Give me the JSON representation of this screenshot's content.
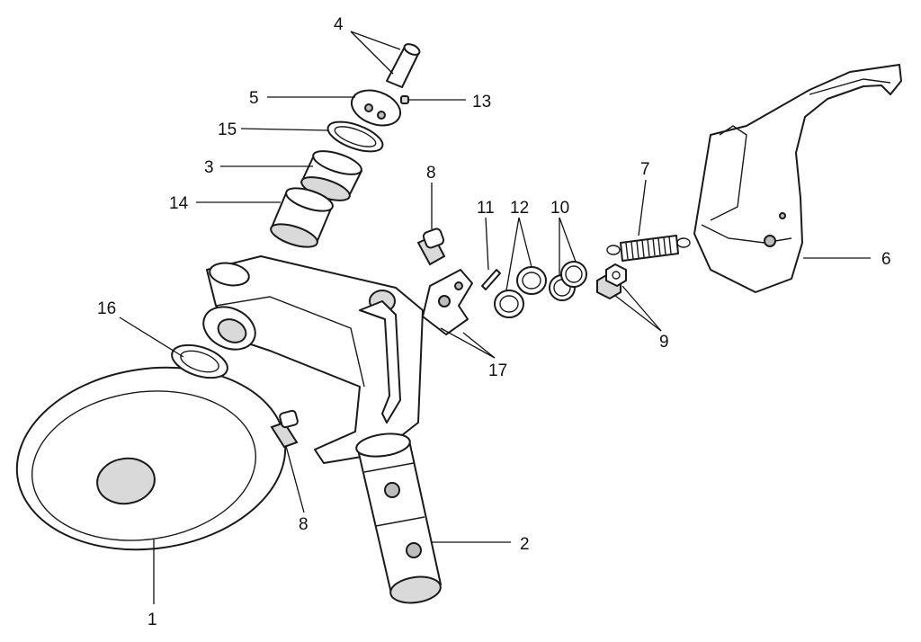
{
  "callouts": {
    "c1": "1",
    "c2": "2",
    "c3": "3",
    "c4": "4",
    "c5": "5",
    "c6": "6",
    "c7": "7",
    "c8a": "8",
    "c8b": "8",
    "c9": "9",
    "c10": "10",
    "c11": "11",
    "c12": "12",
    "c13": "13",
    "c14": "14",
    "c15": "15",
    "c16": "16",
    "c17": "17"
  },
  "colors": {
    "line": "#1a1a1a",
    "shade": "#d9d9d9",
    "background": "#ffffff"
  }
}
